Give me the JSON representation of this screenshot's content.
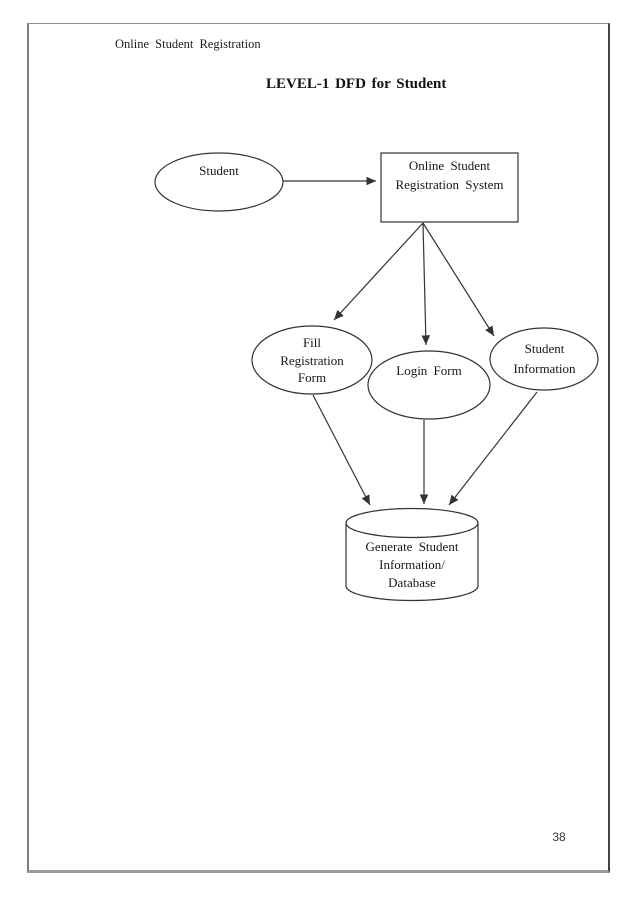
{
  "page": {
    "header": "Online Student Registration",
    "title": "LEVEL-1 DFD for Student",
    "page_number": "38"
  },
  "colors": {
    "line": "#333333",
    "text": "#161616",
    "page_border": "#8d8d8d",
    "background": "#ffffff"
  },
  "diagram": {
    "entity_student": {
      "label": "Student"
    },
    "process_system": {
      "lines": [
        "Online Student",
        "Registration System"
      ]
    },
    "process_fill": {
      "lines": [
        "Fill",
        "Registration",
        "Form"
      ]
    },
    "process_login": {
      "label": "Login Form"
    },
    "process_info": {
      "lines": [
        "Student",
        "Information"
      ]
    },
    "datastore": {
      "lines": [
        "Generate Student",
        "Information/",
        "Database"
      ]
    }
  }
}
